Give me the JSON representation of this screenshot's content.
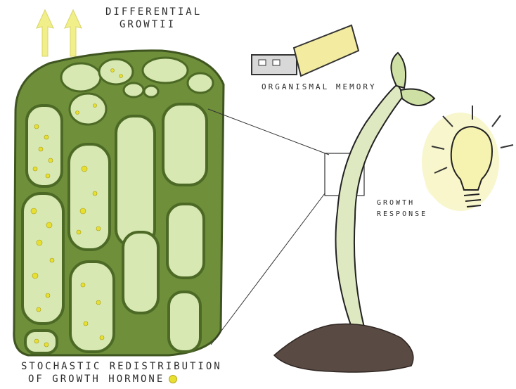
{
  "labels": {
    "differential_line1": "DIFFERENTIAL",
    "differential_line2": "GROWTII",
    "organismal_memory": "ORGANISMAL MEMORY",
    "growth_response_line1": "GROWTH",
    "growth_response_line2": "RESPONSE",
    "stochastic_line1": "STOCHASTIC REDISTRIBUTION",
    "stochastic_line2": "OF GROWTH HORMONE"
  },
  "icons": [
    "arrow-up-icon",
    "usb-drive-icon",
    "light-bulb-icon",
    "hormone-dot-icon"
  ],
  "colors": {
    "tissue_dark": "#5e7f2f",
    "tissue_mid": "#86a84d",
    "cell_fill": "#d7e8b2",
    "hormone": "#e8e030",
    "arrow": "#f1ef8a",
    "soil": "#5a4a44",
    "usb": "#f3eca0"
  }
}
